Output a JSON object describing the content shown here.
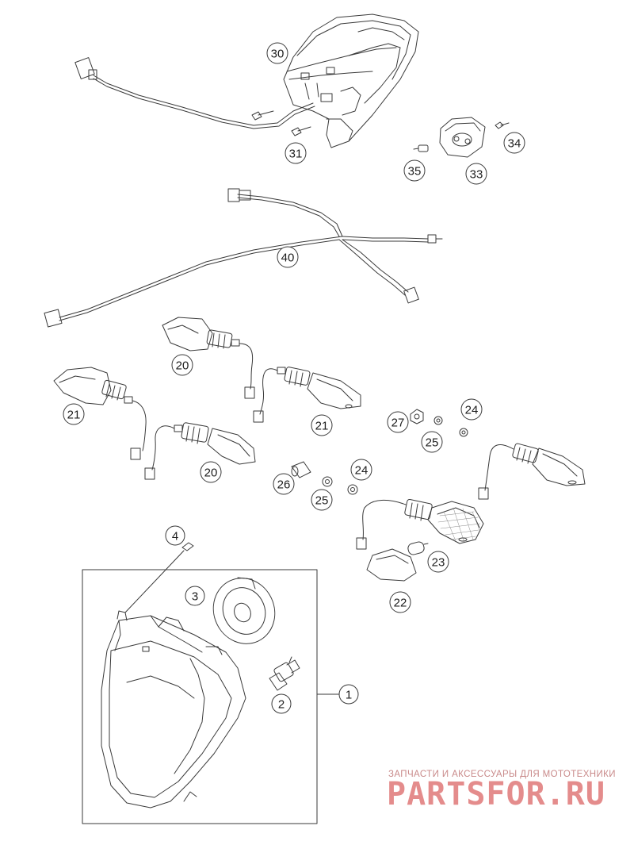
{
  "callouts": [
    {
      "id": "c1",
      "label": "1"
    },
    {
      "id": "c2",
      "label": "2"
    },
    {
      "id": "c3",
      "label": "3"
    },
    {
      "id": "c4",
      "label": "4"
    },
    {
      "id": "c20a",
      "label": "20"
    },
    {
      "id": "c20b",
      "label": "20"
    },
    {
      "id": "c21a",
      "label": "21"
    },
    {
      "id": "c21b",
      "label": "21"
    },
    {
      "id": "c22",
      "label": "22"
    },
    {
      "id": "c23",
      "label": "23"
    },
    {
      "id": "c24a",
      "label": "24"
    },
    {
      "id": "c24b",
      "label": "24"
    },
    {
      "id": "c25a",
      "label": "25"
    },
    {
      "id": "c25b",
      "label": "25"
    },
    {
      "id": "c26",
      "label": "26"
    },
    {
      "id": "c27",
      "label": "27"
    },
    {
      "id": "c30",
      "label": "30"
    },
    {
      "id": "c31",
      "label": "31"
    },
    {
      "id": "c33",
      "label": "33"
    },
    {
      "id": "c34",
      "label": "34"
    },
    {
      "id": "c35",
      "label": "35"
    },
    {
      "id": "c40",
      "label": "40"
    }
  ],
  "watermark": {
    "tagline": "ЗАПЧАСТИ И АКСЕССУАРЫ ДЛЯ МОТОТЕХНИКИ",
    "brand": "PARTSFOR.RU"
  },
  "colors": {
    "line": "#3a3a3a",
    "watermark_text": "#e07878"
  }
}
